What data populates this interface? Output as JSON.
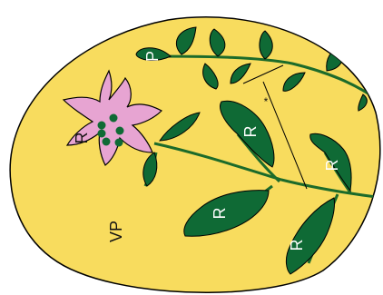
{
  "colors": {
    "egg_fill": "#f8dc5e",
    "leaf_fill": "#0f6a35",
    "stem": "#1c6b2a",
    "petal_fill": "#e7a4d2",
    "outline": "#000000"
  },
  "labels": {
    "vp": "VP",
    "r": "R",
    "p": "P",
    "asterisk": "*"
  }
}
